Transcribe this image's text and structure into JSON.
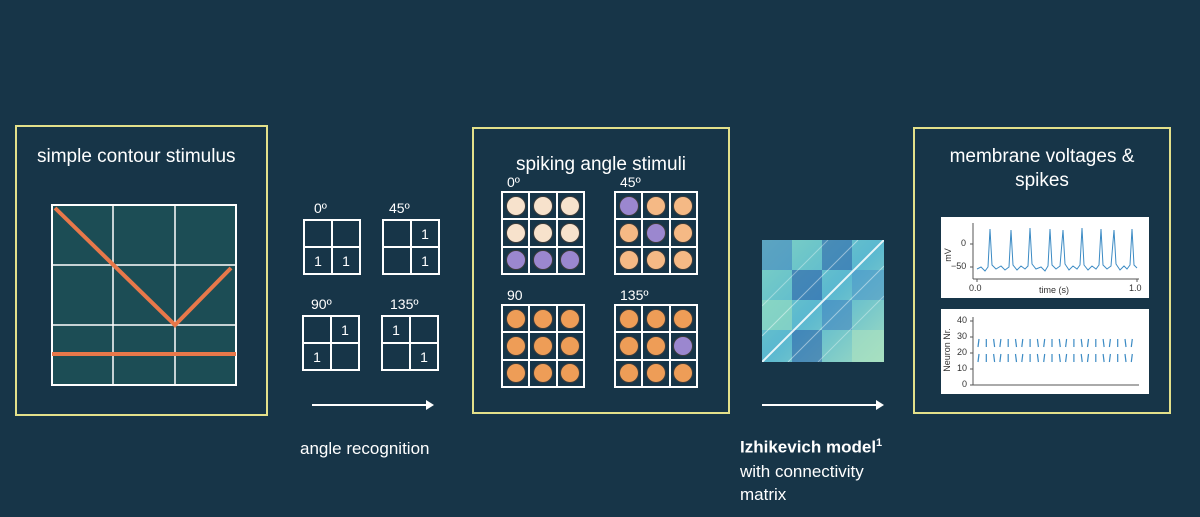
{
  "colors": {
    "background": "#173548",
    "panel_border": "#e3e08a",
    "contour_line": "#e8784a",
    "grid_fill": "#1c4d55",
    "dot_light": "#f7e2cc",
    "dot_medium": "#f5b985",
    "dot_dark": "#ee9d57",
    "dot_purple": "#9b87cf",
    "trace": "#3c8bc4"
  },
  "panel1": {
    "title": "simple contour stimulus"
  },
  "angles": {
    "a0": {
      "label": "0º",
      "cells": [
        "",
        "",
        "1",
        "1"
      ]
    },
    "a45": {
      "label": "45º",
      "cells": [
        "",
        "1",
        "",
        "1"
      ]
    },
    "a90": {
      "label": "90º",
      "cells": [
        "",
        "1",
        "1",
        ""
      ]
    },
    "a135": {
      "label": "135º",
      "cells": [
        "1",
        "",
        "",
        "1"
      ]
    }
  },
  "angle_recognition": "angle recognition",
  "panel2": {
    "title": "spiking angle stimuli",
    "groups": [
      {
        "label": "0º",
        "dots": [
          "light",
          "light",
          "light",
          "light",
          "light",
          "light",
          "purple",
          "purple",
          "purple"
        ]
      },
      {
        "label": "45º",
        "dots": [
          "purple",
          "medium",
          "medium",
          "medium",
          "purple",
          "medium",
          "medium",
          "medium",
          "medium"
        ]
      },
      {
        "label": "90",
        "dots": [
          "dark",
          "dark",
          "dark",
          "dark",
          "dark",
          "dark",
          "dark",
          "dark",
          "dark"
        ]
      },
      {
        "label": "135º",
        "dots": [
          "dark",
          "dark",
          "dark",
          "dark",
          "dark",
          "purple",
          "dark",
          "dark",
          "dark"
        ]
      }
    ]
  },
  "model": {
    "title": "Izhikevich model",
    "superscript": "1",
    "line2": "with connectivity",
    "line3": "matrix"
  },
  "panel3": {
    "title_line1": "membrane voltages &",
    "title_line2": "spikes",
    "voltage_plot": {
      "ylabel": "mV",
      "yticks": [
        "0",
        "−50"
      ],
      "xticks": [
        "0.0",
        "1.0"
      ],
      "xlabel": "time (s)"
    },
    "raster_plot": {
      "ylabel": "Neuron Nr.",
      "yticks": [
        "40",
        "30",
        "20",
        "10",
        "0"
      ]
    }
  }
}
